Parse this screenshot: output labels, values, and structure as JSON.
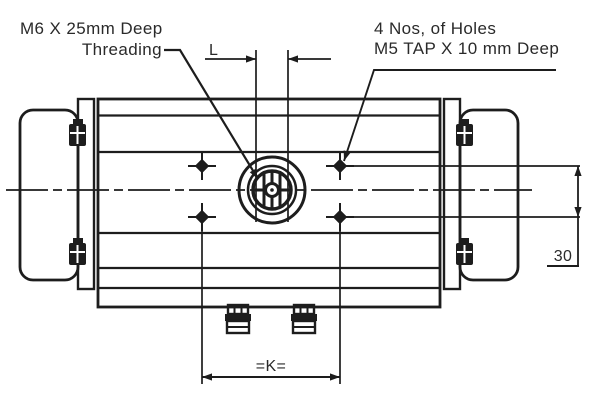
{
  "colors": {
    "line": "#1d1d1d",
    "text": "#2a2a2a",
    "background": "#ffffff"
  },
  "drawing": {
    "notes": {
      "thread_note_line1": "M6 X 25mm Deep",
      "thread_note_line2": "Threading",
      "holes_note_line1": "4 Nos, of Holes",
      "holes_note_line2": "M5 TAP X 10 mm Deep"
    },
    "dimensions": {
      "shaft_width_label": "L",
      "hole_spacing_horizontal_label": "=K=",
      "hole_spacing_vertical_value": "30"
    }
  }
}
